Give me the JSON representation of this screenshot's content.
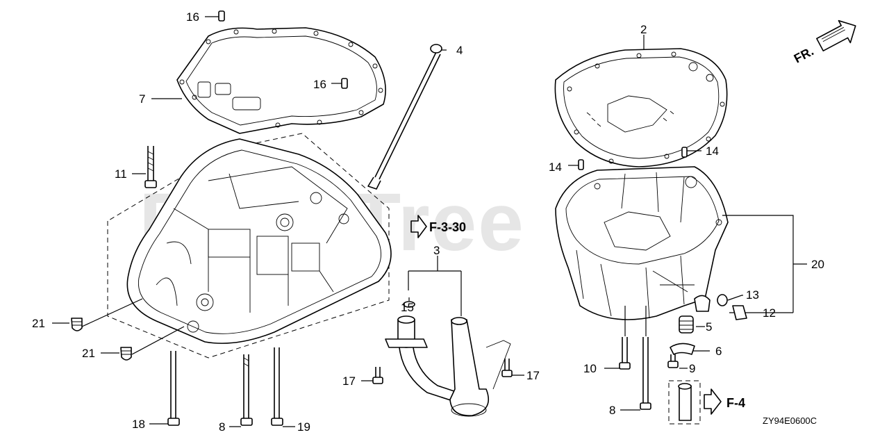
{
  "watermark": "PartsTree",
  "direction": {
    "label": "FR."
  },
  "references": [
    {
      "id": "ref-f330",
      "label": "F-3-30"
    },
    {
      "id": "ref-f4",
      "label": "F-4"
    }
  ],
  "diagram_code": "ZY94E0600C",
  "callouts": [
    {
      "id": "c16a",
      "number": "16"
    },
    {
      "id": "c16b",
      "number": "16"
    },
    {
      "id": "c7",
      "number": "7"
    },
    {
      "id": "c4",
      "number": "4"
    },
    {
      "id": "c11",
      "number": "11"
    },
    {
      "id": "c21a",
      "number": "21"
    },
    {
      "id": "c21b",
      "number": "21"
    },
    {
      "id": "c18",
      "number": "18"
    },
    {
      "id": "c8a",
      "number": "8"
    },
    {
      "id": "c19",
      "number": "19"
    },
    {
      "id": "c3",
      "number": "3"
    },
    {
      "id": "c15",
      "number": "15"
    },
    {
      "id": "c17a",
      "number": "17"
    },
    {
      "id": "c17b",
      "number": "17"
    },
    {
      "id": "c2",
      "number": "2"
    },
    {
      "id": "c14a",
      "number": "14"
    },
    {
      "id": "c14b",
      "number": "14"
    },
    {
      "id": "c20",
      "number": "20"
    },
    {
      "id": "c13",
      "number": "13"
    },
    {
      "id": "c12",
      "number": "12"
    },
    {
      "id": "c5",
      "number": "5"
    },
    {
      "id": "c6",
      "number": "6"
    },
    {
      "id": "c9",
      "number": "9"
    },
    {
      "id": "c10",
      "number": "10"
    },
    {
      "id": "c8b",
      "number": "8"
    }
  ]
}
